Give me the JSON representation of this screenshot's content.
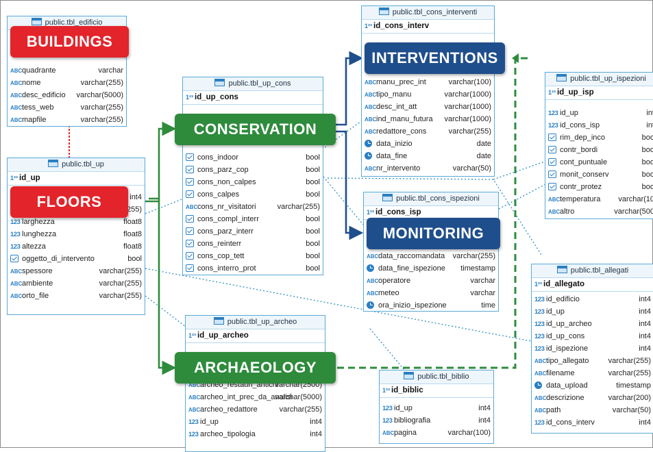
{
  "colors": {
    "red": "#e3242b",
    "green": "#2e8b3c",
    "navy": "#1f4e8c",
    "table_border": "#5aa9d6",
    "connector": "#3a96c8"
  },
  "labels": {
    "buildings": "BUILDINGS",
    "floors": "FLOORS",
    "conservation": "CONSERVATION",
    "interventions": "INTERVENTIONS",
    "monitoring": "MONITORING",
    "archaeology": "ARCHAEOLOGY"
  },
  "tables": {
    "edificio": {
      "title": "public.tbl_edificio",
      "rows": [
        {
          "icon": "abc",
          "name": "quadrante",
          "type": "varchar"
        },
        {
          "icon": "abc",
          "name": "nome",
          "type": "varchar(255)"
        },
        {
          "icon": "abc",
          "name": "desc_edificio",
          "type": "varchar(5000)"
        },
        {
          "icon": "abc",
          "name": "tess_web",
          "type": "varchar(255)"
        },
        {
          "icon": "abc",
          "name": "mapfile",
          "type": "varchar(255)"
        }
      ]
    },
    "up": {
      "title": "public.tbl_up",
      "pk": "id_up",
      "rows": [
        {
          "icon": "num",
          "name": "",
          "type": "int4"
        },
        {
          "icon": "num",
          "name": "",
          "type": "(255)"
        },
        {
          "icon": "num",
          "name": "larghezza",
          "type": "float8"
        },
        {
          "icon": "num",
          "name": "lunghezza",
          "type": "float8"
        },
        {
          "icon": "num",
          "name": "altezza",
          "type": "float8"
        },
        {
          "icon": "chk",
          "name": "oggetto_di_intervento",
          "type": "bool"
        },
        {
          "icon": "abc",
          "name": "spessore",
          "type": "varchar(255)"
        },
        {
          "icon": "abc",
          "name": "ambiente",
          "type": "varchar(255)"
        },
        {
          "icon": "abc",
          "name": "orto_file",
          "type": "varchar(255)"
        }
      ]
    },
    "up_cons": {
      "title": "public.tbl_up_cons",
      "pk": "id_up_cons",
      "rows": [
        {
          "icon": "chk",
          "name": "cons_indoor",
          "type": "bool"
        },
        {
          "icon": "chk",
          "name": "cons_parz_cop",
          "type": "bool"
        },
        {
          "icon": "chk",
          "name": "cons_non_calpes",
          "type": "bool"
        },
        {
          "icon": "chk",
          "name": "cons_calpes",
          "type": "bool"
        },
        {
          "icon": "abc",
          "name": "cons_nr_visitatori",
          "type": "varchar(255)"
        },
        {
          "icon": "chk",
          "name": "cons_compl_interr",
          "type": "bool"
        },
        {
          "icon": "chk",
          "name": "cons_parz_interr",
          "type": "bool"
        },
        {
          "icon": "chk",
          "name": "cons_reinterr",
          "type": "bool"
        },
        {
          "icon": "chk",
          "name": "cons_cop_tett",
          "type": "bool"
        },
        {
          "icon": "chk",
          "name": "cons_interro_prot",
          "type": "bool"
        }
      ]
    },
    "cons_interventi": {
      "title": "public.tbl_cons_interventi",
      "pk": "id_cons_interv",
      "rows": [
        {
          "icon": "abc",
          "name": "manu_prec_int",
          "type": "varchar(100)"
        },
        {
          "icon": "abc",
          "name": "tipo_manu",
          "type": "varchar(1000)"
        },
        {
          "icon": "abc",
          "name": "desc_int_att",
          "type": "varchar(1000)"
        },
        {
          "icon": "abc",
          "name": "ind_manu_futura",
          "type": "varchar(1000)"
        },
        {
          "icon": "abc",
          "name": "redattore_cons",
          "type": "varchar(255)"
        },
        {
          "icon": "clk",
          "name": "data_inizio",
          "type": "date"
        },
        {
          "icon": "clk",
          "name": "data_fine",
          "type": "date"
        },
        {
          "icon": "abc",
          "name": "nr_intervento",
          "type": "varchar(50)"
        }
      ]
    },
    "up_ispezioni": {
      "title": "public.tbl_up_ispezioni",
      "pk": "id_up_isp",
      "rows": [
        {
          "icon": "num",
          "name": "id_up",
          "type": "int"
        },
        {
          "icon": "num",
          "name": "id_cons_isp",
          "type": "int"
        },
        {
          "icon": "chk",
          "name": "rim_dep_inco",
          "type": "boo"
        },
        {
          "icon": "chk",
          "name": "contr_bordi",
          "type": "boo"
        },
        {
          "icon": "chk",
          "name": "cont_puntuale",
          "type": "boo"
        },
        {
          "icon": "chk",
          "name": "monit_conserv",
          "type": "boo"
        },
        {
          "icon": "chk",
          "name": "contr_protez",
          "type": "boo"
        },
        {
          "icon": "abc",
          "name": "temperatura",
          "type": "varchar(10"
        },
        {
          "icon": "abc",
          "name": "altro",
          "type": "varchar(500"
        }
      ]
    },
    "cons_ispezioni": {
      "title": "public.tbl_cons_ispezioni",
      "pk": "id_cons_isp",
      "rows": [
        {
          "icon": "abc",
          "name": "data_raccomandata",
          "type": "varchar(255)"
        },
        {
          "icon": "clk",
          "name": "data_fine_ispezione",
          "type": "timestamp"
        },
        {
          "icon": "abc",
          "name": "operatore",
          "type": "varchar"
        },
        {
          "icon": "abc",
          "name": "meteo",
          "type": "varchar"
        },
        {
          "icon": "clk",
          "name": "ora_inizio_ispezione",
          "type": "time"
        }
      ]
    },
    "allegati": {
      "title": "public.tbl_allegati",
      "pk": "id_allegato",
      "rows": [
        {
          "icon": "num",
          "name": "id_edificio",
          "type": "int4"
        },
        {
          "icon": "num",
          "name": "id_up",
          "type": "int4"
        },
        {
          "icon": "num",
          "name": "id_up_archeo",
          "type": "int4"
        },
        {
          "icon": "num",
          "name": "id_up_cons",
          "type": "int4"
        },
        {
          "icon": "num",
          "name": "id_ispezione",
          "type": "int4"
        },
        {
          "icon": "abc",
          "name": "tipo_allegato",
          "type": "varchar(255)"
        },
        {
          "icon": "abc",
          "name": "filename",
          "type": "varchar(255)"
        },
        {
          "icon": "clk",
          "name": "data_upload",
          "type": "timestamp"
        },
        {
          "icon": "abc",
          "name": "descrizione",
          "type": "varchar(200)"
        },
        {
          "icon": "abc",
          "name": "path",
          "type": "varchar(50)"
        },
        {
          "icon": "num",
          "name": "id_cons_interv",
          "type": "int4"
        }
      ]
    },
    "up_archeo": {
      "title": "public.tbl_up_archeo",
      "pk": "id_up_archeo",
      "rows": [
        {
          "icon": "abc",
          "name": "archeo_restauri_antichi",
          "type": "varchar(2500)"
        },
        {
          "icon": "abc",
          "name": "archeo_int_prec_da_analisi",
          "type": "varchar(5000)"
        },
        {
          "icon": "abc",
          "name": "archeo_redattore",
          "type": "varchar(255)"
        },
        {
          "icon": "num",
          "name": "id_up",
          "type": "int4"
        },
        {
          "icon": "num",
          "name": "archeo_tipologia",
          "type": "int4"
        }
      ]
    },
    "biblio": {
      "title": "public.tbl_biblio",
      "pk": "id_biblic",
      "rows": [
        {
          "icon": "num",
          "name": "id_up",
          "type": "int4"
        },
        {
          "icon": "num",
          "name": "bibliografia",
          "type": "int4"
        },
        {
          "icon": "abc",
          "name": "pagina",
          "type": "varchar(100)"
        }
      ]
    }
  }
}
